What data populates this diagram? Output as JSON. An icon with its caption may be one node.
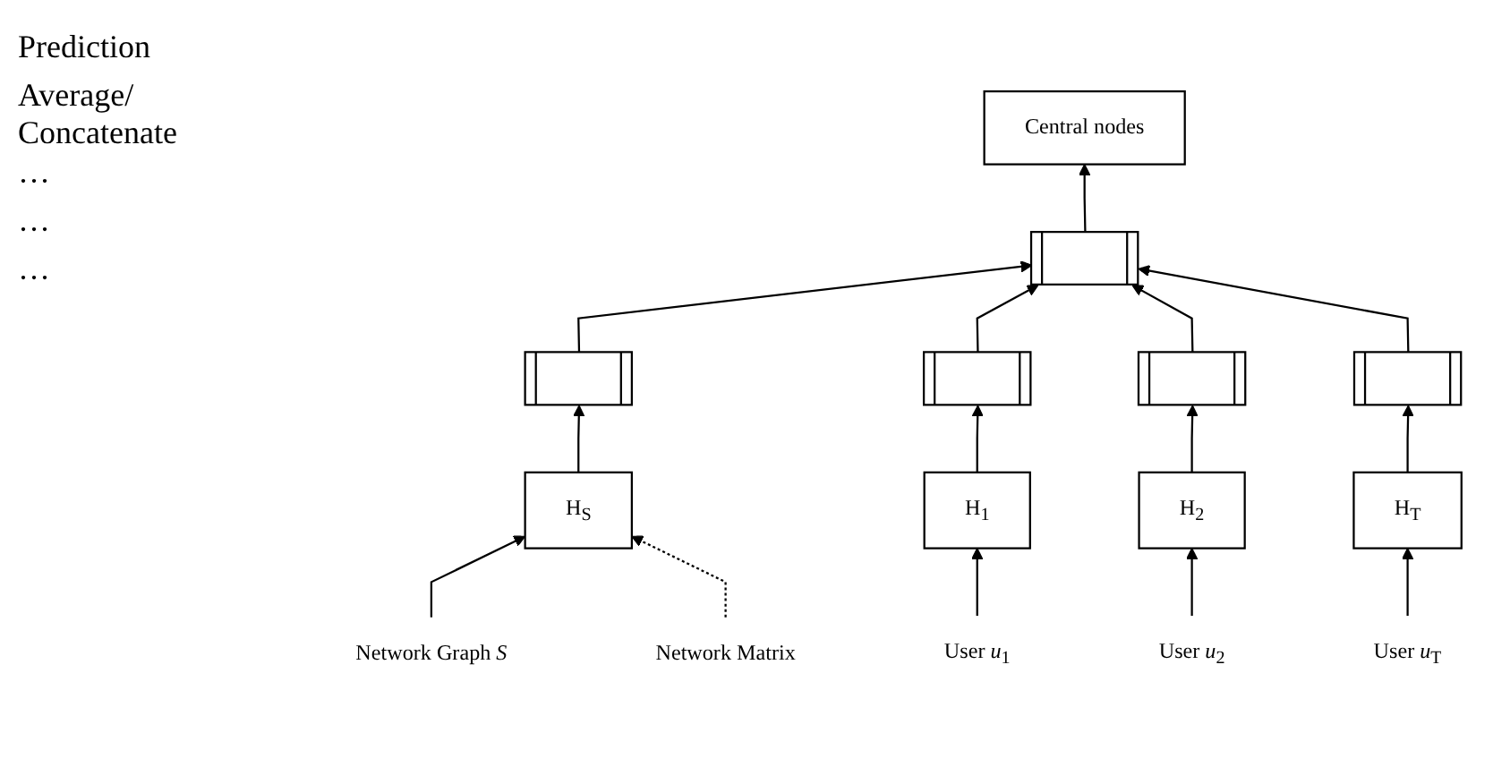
{
  "diagram": {
    "nodes": [
      {
        "text": [
          "Central nodes"
        ]
      },
      {
        "text": [],
        "shape": "bar"
      },
      {
        "text": [],
        "shape": "bar"
      },
      {
        "text": [],
        "shape": "bar"
      },
      {
        "text": [],
        "shape": "bar"
      },
      {
        "text": [],
        "shape": "bar"
      },
      {
        "text": [
          "H$_{S}$"
        ]
      },
      {
        "text": [
          "H$_{1}$"
        ]
      },
      {
        "text": [
          "H$_{2}$"
        ]
      },
      {
        "text": [
          "H$_{T}$"
        ]
      },
      {
        "text": [
          "Network Graph *S*"
        ]
      },
      {
        "text": [
          "User *u*$_{1}$"
        ]
      },
      {
        "text": [
          "User *u*$_{2}$"
        ]
      },
      {
        "text": [
          "User *u*$_{T}$"
        ]
      },
      {
        "text": [
          "Network Matrix"
        ]
      }
    ],
    "edges": [
      {
        "from": 10,
        "to": 6,
        "arrow": "to"
      },
      {
        "from": 11,
        "to": 7,
        "arrow": "to"
      },
      {
        "from": 12,
        "to": 8,
        "arrow": "to"
      },
      {
        "from": 13,
        "to": 9,
        "arrow": "to"
      },
      {
        "from": 14,
        "to": 6,
        "arrow": "to",
        "style": "dashed"
      },
      {
        "from": 6,
        "to": 2,
        "arrow": "to"
      },
      {
        "from": 7,
        "to": 3,
        "arrow": "to"
      },
      {
        "from": 8,
        "to": 4,
        "arrow": "to"
      },
      {
        "from": 9,
        "to": 5,
        "arrow": "to"
      },
      {
        "from": 2,
        "to": 1,
        "arrow": "to"
      },
      {
        "from": 3,
        "to": 1,
        "arrow": "to"
      },
      {
        "from": 4,
        "to": 1,
        "arrow": "to"
      },
      {
        "from": 5,
        "to": 1,
        "arrow": "to"
      },
      {
        "from": 1,
        "to": 0,
        "arrow": "to"
      }
    ],
    "labels": [
      "Prediction",
      "Average/ Concatenate",
      "···",
      "···",
      "···"
    ]
  }
}
